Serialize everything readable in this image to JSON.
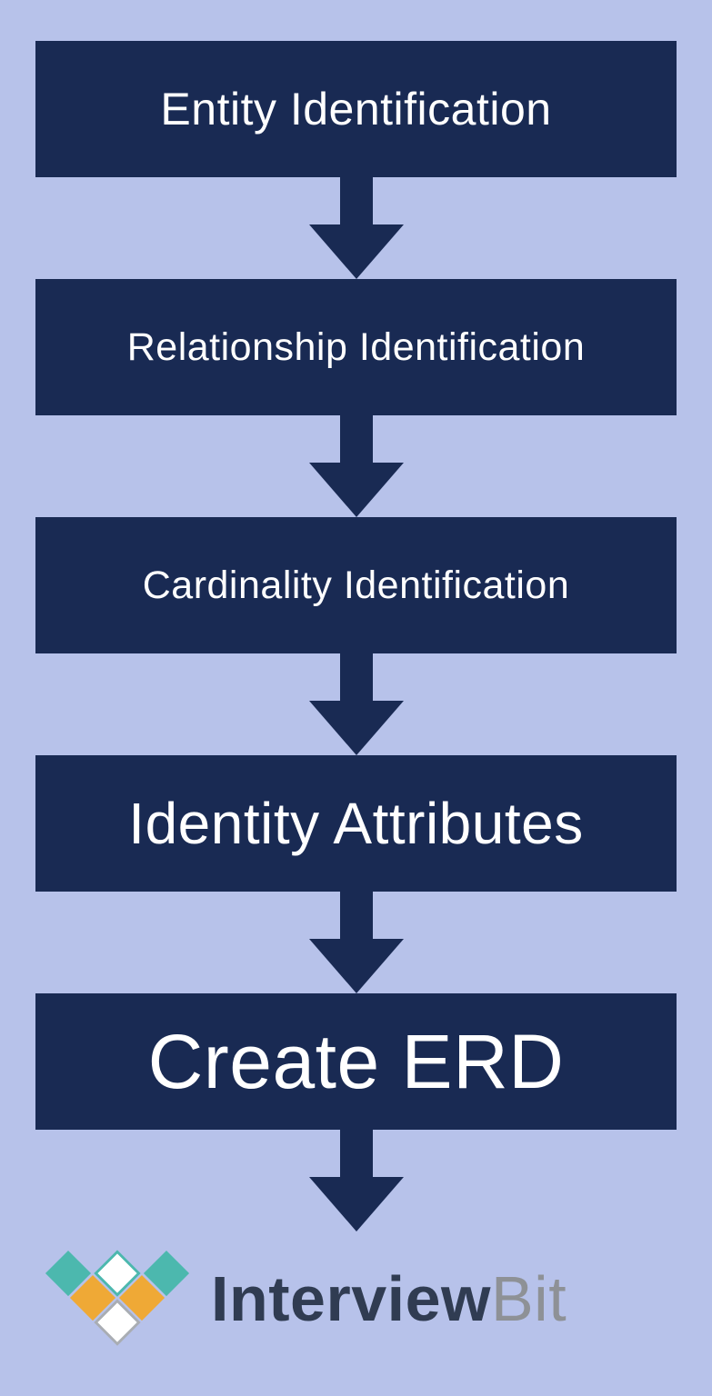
{
  "flow": {
    "steps": [
      {
        "label": "Entity Identification"
      },
      {
        "label": "Relationship Identification"
      },
      {
        "label": "Cardinality Identification"
      },
      {
        "label": "Identity Attributes"
      },
      {
        "label": "Create ERD"
      }
    ]
  },
  "branding": {
    "logo_text_primary": "Interview",
    "logo_text_secondary": "Bit"
  },
  "colors": {
    "background": "#b7c2ea",
    "box": "#192a53",
    "box_text": "#ffffff",
    "arrow": "#192a53",
    "logo_primary_text": "#303c52",
    "logo_secondary_text": "#8e9196",
    "logo_teal": "#4cb8ae",
    "logo_yellow": "#efa936",
    "logo_white": "#ffffff",
    "logo_gray_outline": "#a9adb3"
  }
}
